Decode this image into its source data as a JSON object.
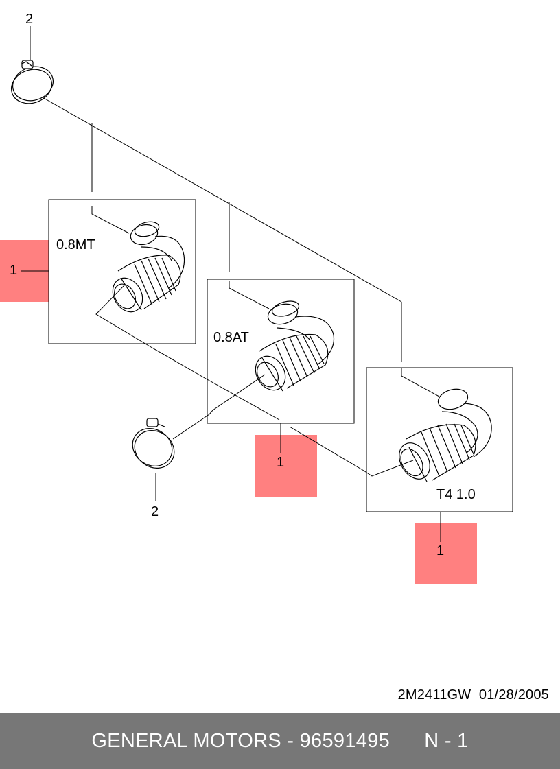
{
  "colors": {
    "highlight": "#ff8080",
    "line": "#000000",
    "footer_bg": "#777777",
    "footer_text": "#ffffff"
  },
  "callouts": {
    "clamp_top": "2",
    "clamp_bottom": "2",
    "hose_mt": "1",
    "hose_at": "1",
    "hose_t4": "1"
  },
  "variants": {
    "mt": "0.8MT",
    "at": "0.8AT",
    "t4": "T4 1.0"
  },
  "doc_ref": {
    "code": "2M2411GW",
    "date": "01/28/2005"
  },
  "footer": {
    "manufacturer": "GENERAL MOTORS",
    "separator": " - ",
    "part_number": "96591495",
    "page": "N - 1"
  },
  "icons": [
    "hose-clamp-icon",
    "intake-hose-icon"
  ]
}
